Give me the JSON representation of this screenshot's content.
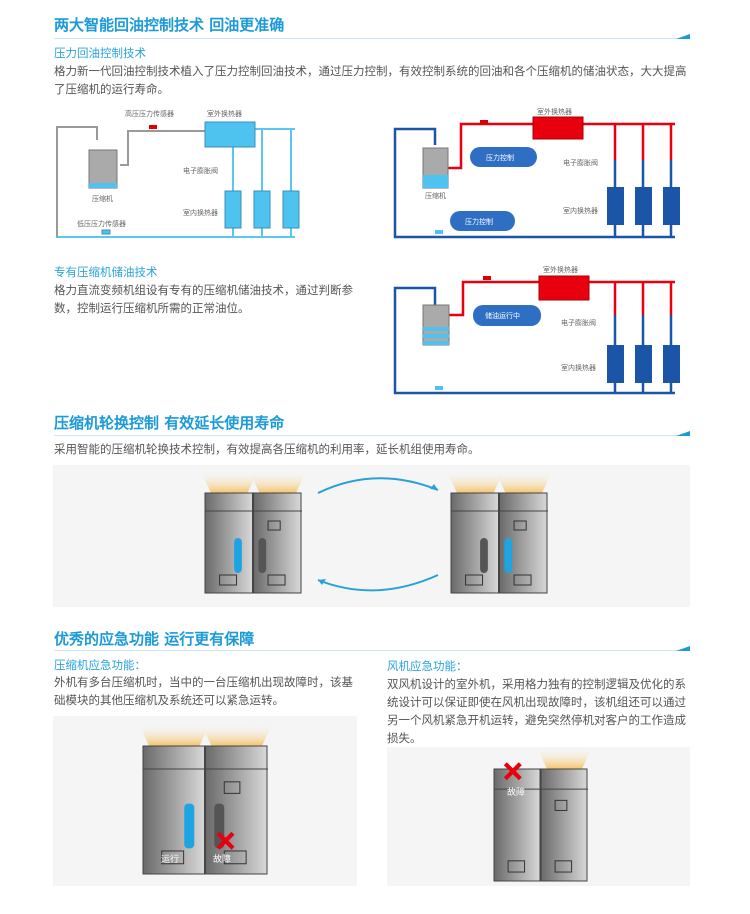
{
  "section1": {
    "title": "两大智能回油控制技术 回油更准确",
    "sub1": "压力回油控制技术",
    "para1": "格力新一代回油控制技术植入了压力控制回油技术，通过压力控制，有效控制系统的回油和各个压缩机的储油状态，大大提高了压缩机的运行寿命。",
    "sub2": "专有压缩机储油技术",
    "para2": "格力直流变频机组设有专有的压缩机储油技术，通过判断参数，控制运行压缩机所需的正常油位。",
    "diagram_labels": {
      "high_sensor": "高压压力传感器",
      "outdoor_hx": "室外换热器",
      "compressor": "压缩机",
      "eev": "电子膨胀阀",
      "indoor_hx": "室内换热器",
      "low_sensor": "低压压力传感器",
      "pressure_control": "压力控制",
      "oil_storage": "储油运行中"
    }
  },
  "section2": {
    "title": "压缩机轮换控制 有效延长使用寿命",
    "para": "采用智能的压缩机轮换技术控制，有效提高各压缩机的利用率，延长机组使用寿命。"
  },
  "section3": {
    "title": "优秀的应急功能 运行更有保障",
    "left": {
      "sub": "压缩机应急功能：",
      "para": "外机有多台压缩机时，当中的一台压缩机出现故障时，该基础模块的其他压缩机及系统还可以紧急运转。",
      "running": "运行",
      "fault": "故障"
    },
    "right": {
      "sub": "风机应急功能：",
      "para": "双风机设计的室外机，采用格力独有的控制逻辑及优化的系统设计可以保证即使在风机出现故障时，该机组还可以通过另一个风机紧急开机运转，避免突然停机对客户的工作造成损失。",
      "fault": "故障"
    }
  },
  "colors": {
    "accent": "#1b9ad8",
    "hot": "#e8000f",
    "cold": "#1a55a8",
    "light": "#4fc3ef"
  }
}
